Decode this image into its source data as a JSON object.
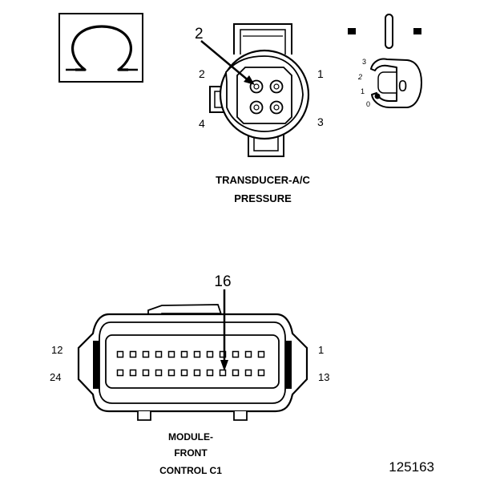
{
  "meter_icon": {
    "symbol": "Ω",
    "name": "ohm-meter-icon"
  },
  "ignition_icon": {
    "name": "ignition-key-icon",
    "positions": [
      "3",
      "2",
      "1",
      "0"
    ],
    "key_label": "0"
  },
  "transducer": {
    "callout": "2",
    "pin_labels": {
      "top_left": "2",
      "top_right": "1",
      "bottom_left": "4",
      "bottom_right": "3"
    },
    "title_line1": "TRANSDUCER-A/C",
    "title_line2": "PRESSURE"
  },
  "module": {
    "callout": "16",
    "pin_labels": {
      "top_left": "12",
      "top_right": "1",
      "bottom_left": "24",
      "bottom_right": "13"
    },
    "title_line1": "MODULE-",
    "title_line2": "FRONT",
    "title_line3": "CONTROL C1"
  },
  "figure_number": "125163"
}
